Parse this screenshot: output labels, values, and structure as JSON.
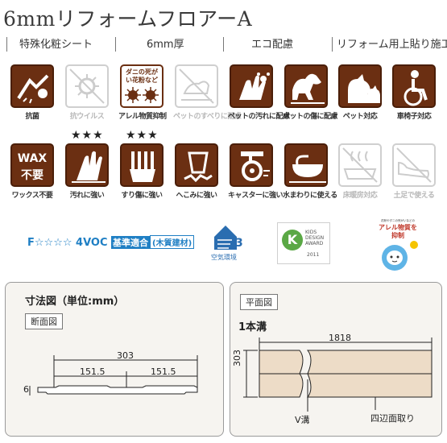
{
  "title": "6mmリフォームフロアーA",
  "categories": [
    "特殊化粧シート",
    "6mm厚",
    "エコ配慮",
    "リフォーム用上貼り施工"
  ],
  "row1": [
    {
      "label": "抗菌",
      "icon": "antibacterial-icon",
      "gray": false
    },
    {
      "label": "抗ウイルス",
      "icon": "antivirus-icon",
      "gray": true
    },
    {
      "label": "アレル物質抑制",
      "icon": "allergen-icon",
      "gray": false,
      "box_text": "ダニの死がい花粉など"
    },
    {
      "label": "ペットのすべりに配慮",
      "icon": "pet-slip-icon",
      "gray": true
    },
    {
      "label": "ペットの汚れに配慮",
      "icon": "pet-stain-icon",
      "gray": false
    },
    {
      "label": "ペットの傷に配慮",
      "icon": "pet-scratch-icon",
      "gray": false
    },
    {
      "label": "ペット対応",
      "icon": "pet-icon",
      "gray": false
    },
    {
      "label": "車椅子対応",
      "icon": "wheelchair-icon",
      "gray": false
    }
  ],
  "row2": [
    {
      "label": "ワックス不要",
      "icon": "wax-free-icon",
      "gray": false,
      "box_text_1": "WAX",
      "box_text_2": "不要"
    },
    {
      "label": "汚れに強い",
      "icon": "stain-resistant-icon",
      "gray": false
    },
    {
      "label": "すり傷に強い",
      "icon": "scratch-resistant-icon",
      "gray": false
    },
    {
      "label": "へこみに強い",
      "icon": "dent-resistant-icon",
      "gray": false
    },
    {
      "label": "キャスターに強い",
      "icon": "caster-resistant-icon",
      "gray": false
    },
    {
      "label": "水まわりに使える",
      "icon": "water-area-icon",
      "gray": false
    },
    {
      "label": "床暖房対応",
      "icon": "floor-heating-icon",
      "gray": true
    },
    {
      "label": "土足で使える",
      "icon": "shoes-icon",
      "gray": true
    }
  ],
  "stars": "★★★",
  "badges": {
    "f_star": "F☆☆☆☆",
    "voc": "4VOC",
    "voc_tag": "基準適合",
    "voc_tag2": "(木質建材)",
    "eco_label": "空気環境",
    "eco_num": "3",
    "kids_line1": "KIDS",
    "kids_line2": "DESIGN",
    "kids_line3": "AWARD",
    "kids_year": "2011",
    "mascot_top": "花粉やダニの死がいなどの",
    "mascot_text": "アレル物質を抑制"
  },
  "section_dim": {
    "title": "寸法図（単位:mm）",
    "sub": "断面図",
    "width": "303",
    "half1": "151.5",
    "half2": "151.5",
    "thickness": "6"
  },
  "section_plan": {
    "title": "平面図",
    "groove": "1本溝",
    "length": "1818",
    "width": "303",
    "v_groove": "V溝",
    "chamfer": "四辺面取り"
  }
}
